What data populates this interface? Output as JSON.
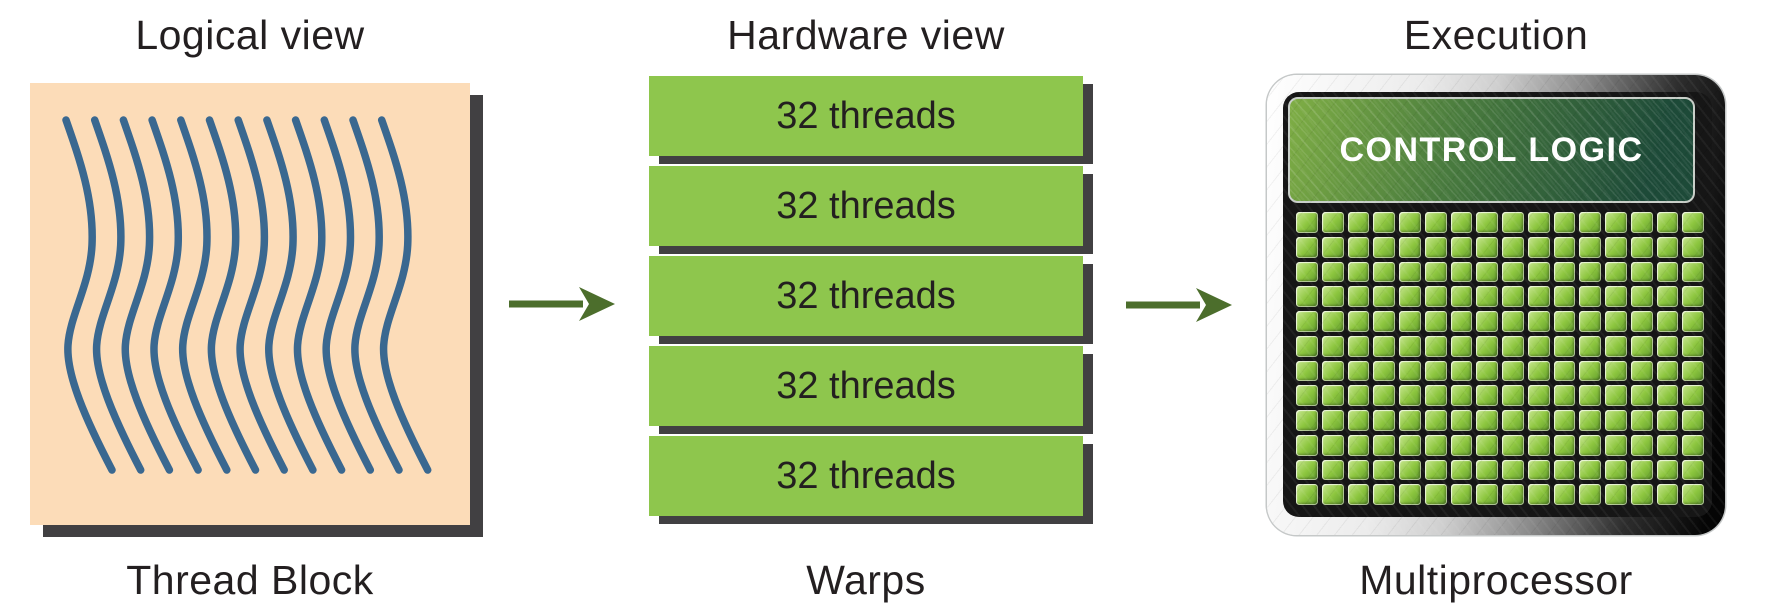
{
  "figure": {
    "description": "Thread blocks mapped to warps executed on a multiprocessor"
  },
  "colors": {
    "ink": "#231f20",
    "peach": "#fcdcb8",
    "thread_blue": "#3a6890",
    "shadow": "#414042",
    "warp_green": "#8ec64d",
    "arrow_green": "#4c6e2c",
    "banner_light": "#7fae45",
    "banner_dark": "#1d4a38",
    "cell_light": "#c9e792",
    "cell_mid": "#8dc63f",
    "cell_dark": "#5f9a2c"
  },
  "columns": {
    "logical": {
      "title": "Logical view",
      "caption": "Thread Block",
      "thread_line_count": 12
    },
    "hardware": {
      "title": "Hardware view",
      "caption": "Warps",
      "warps": [
        "32 threads",
        "32 threads",
        "32 threads",
        "32 threads",
        "32 threads"
      ]
    },
    "execution": {
      "title": "Execution",
      "caption": "Multiprocessor",
      "control_logic_label": "CONTROL LOGIC",
      "core_grid": {
        "columns": 16,
        "rows": 12
      }
    }
  },
  "arrows": [
    {
      "name": "logical-to-hardware",
      "direction": "right"
    },
    {
      "name": "hardware-to-execution",
      "direction": "right"
    }
  ]
}
